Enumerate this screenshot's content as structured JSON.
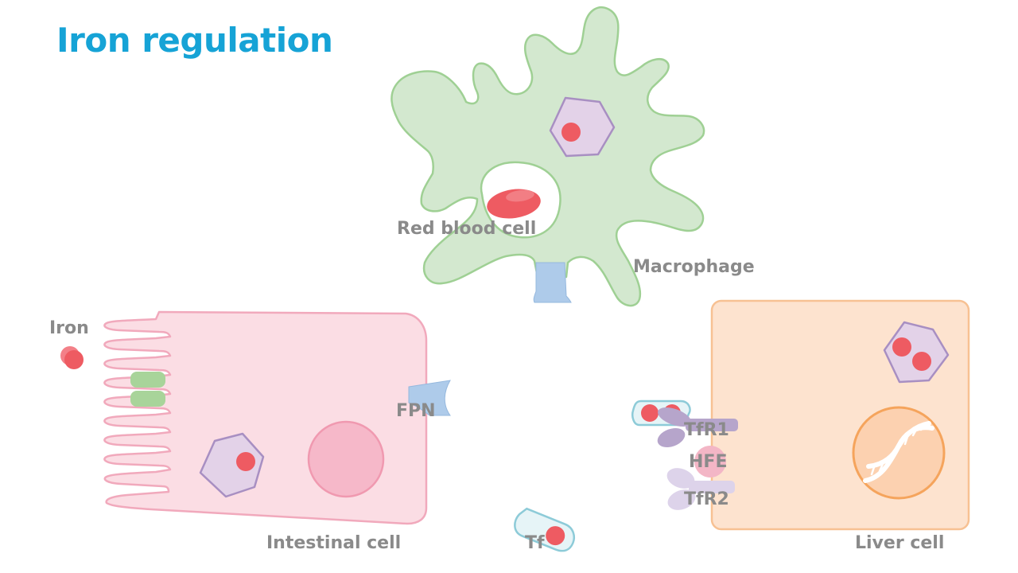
{
  "title": "Iron regulation",
  "labels": {
    "red_blood_cell": "Red blood cell",
    "macrophage": "Macrophage",
    "iron": "Iron",
    "fpn": "FPN",
    "intestinal_cell": "Intestinal cell",
    "tf": "Tf",
    "tfr1": "TfR1",
    "hfe": "HFE",
    "tfr2": "TfR2",
    "liver_cell": "Liver cell"
  },
  "colors": {
    "title": "#16a3d6",
    "label": "#8a8a8a",
    "iron": "#ee5b62",
    "macrophage_fill": "#d3e8cf",
    "macrophage_stroke": "#9fd094",
    "intestinal_fill": "#fbdde4",
    "intestinal_stroke": "#f1a9bc",
    "liver_fill": "#fde3cf",
    "liver_stroke": "#f7c193",
    "ferritin_fill": "#e3d2e8",
    "ferritin_stroke": "#a88fc2",
    "fpn": "#aecbea",
    "dmt1": "#a8d49a",
    "tf_fill": "#e6f4f7",
    "tf_stroke": "#8dcbd8"
  },
  "icons": [
    "dna-icon",
    "iron-atom-icon",
    "ferritin-icon"
  ]
}
